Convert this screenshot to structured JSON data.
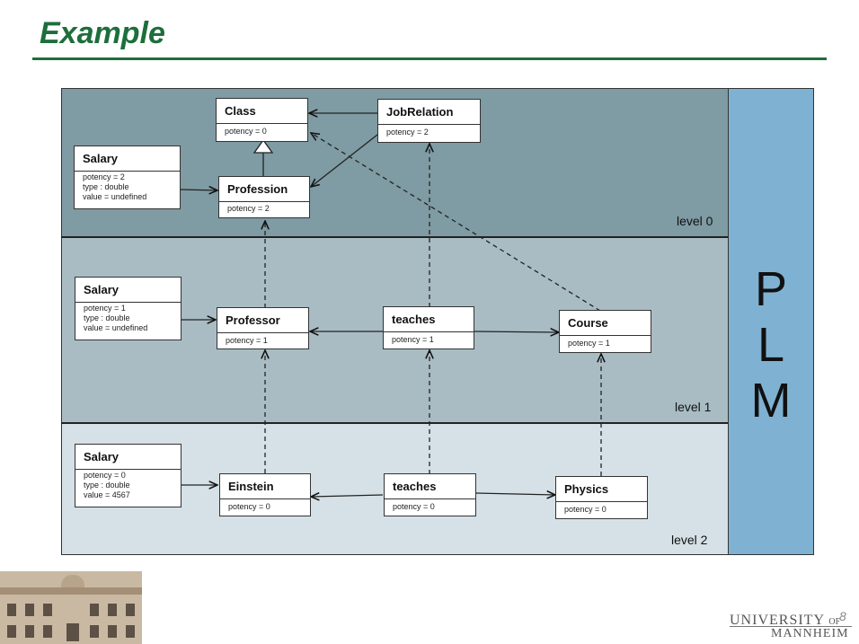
{
  "slide": {
    "title": "Example",
    "page_number": "8"
  },
  "plm": {
    "letters": [
      "P",
      "L",
      "M"
    ]
  },
  "levels": [
    "level 0",
    "level 1",
    "level 2"
  ],
  "boxes": {
    "class": {
      "name": "Class",
      "attrs": "potency = 0"
    },
    "job_relation": {
      "name": "JobRelation",
      "attrs": "potency = 2"
    },
    "salary0": {
      "name": "Salary",
      "attrs": "potency = 2\ntype : double\nvalue = undefined"
    },
    "profession": {
      "name": "Profession",
      "attrs": "potency = 2"
    },
    "salary1": {
      "name": "Salary",
      "attrs": "potency = 1\ntype : double\nvalue = undefined"
    },
    "professor": {
      "name": "Professor",
      "attrs": "potency = 1"
    },
    "teaches1": {
      "name": "teaches",
      "attrs": "potency = 1"
    },
    "course": {
      "name": "Course",
      "attrs": "potency = 1"
    },
    "salary2": {
      "name": "Salary",
      "attrs": "potency = 0\ntype : double\nvalue = 4567"
    },
    "einstein": {
      "name": "Einstein",
      "attrs": "potency = 0"
    },
    "teaches2": {
      "name": "teaches",
      "attrs": "potency = 0"
    },
    "physics": {
      "name": "Physics",
      "attrs": "potency = 0"
    }
  },
  "logo": {
    "university": "UNIVERSITY",
    "of": "OF",
    "name": "MANNHEIM"
  }
}
